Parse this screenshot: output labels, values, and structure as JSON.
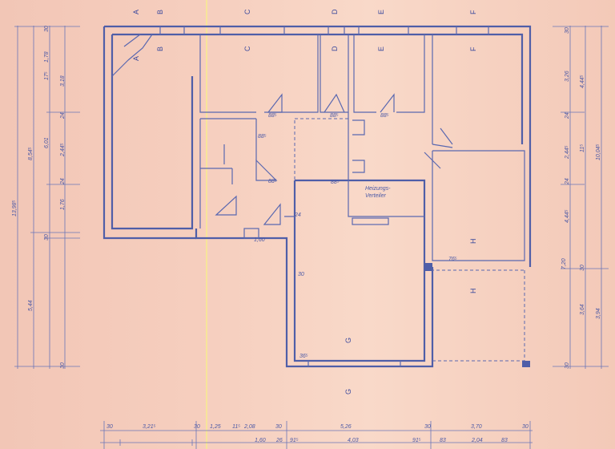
{
  "sections": {
    "a": "A",
    "b": "B",
    "c": "C",
    "d": "D",
    "e": "E",
    "f": "F",
    "g": "G",
    "h": "H"
  },
  "bottom_dims_row1": [
    "30",
    "3,21⁵",
    "30",
    "1,25",
    "11⁵",
    "2,08",
    "30",
    "5,26",
    "30",
    "3,70",
    "30"
  ],
  "bottom_dims_row2": [
    "1,60",
    "26",
    "91⁵",
    "4,03",
    "91⁵",
    "83",
    "2,04",
    "83"
  ],
  "left_dims": [
    "13,98⁵",
    "8,54⁵",
    "5,44",
    "6,01",
    "30",
    "1,78",
    "17⁵",
    "3,18",
    "24",
    "2,44⁵",
    "24",
    "1,76",
    "30",
    "30"
  ],
  "right_dims": [
    "30",
    "3,26",
    "24",
    "2,44⁵",
    "24",
    "4,44⁵",
    "7,20",
    "30",
    "3,64",
    "30",
    "4,44⁵",
    "11⁵",
    "10,04⁵",
    "3,94"
  ],
  "interior": {
    "door1": "88⁵",
    "door2": "88⁵",
    "door3": "88⁵",
    "door4": "88⁵",
    "door5": "88⁵",
    "door6": "88⁵",
    "heating_1": "Heizungs-",
    "heating_2": "Verteiler",
    "w1": "1,60",
    "w2": "24",
    "g_door": "36⁵",
    "h_door": "76⁵",
    "wall30": "30"
  },
  "colors": {
    "line": "#4f5ea8",
    "paper": "#f6cfbf"
  }
}
